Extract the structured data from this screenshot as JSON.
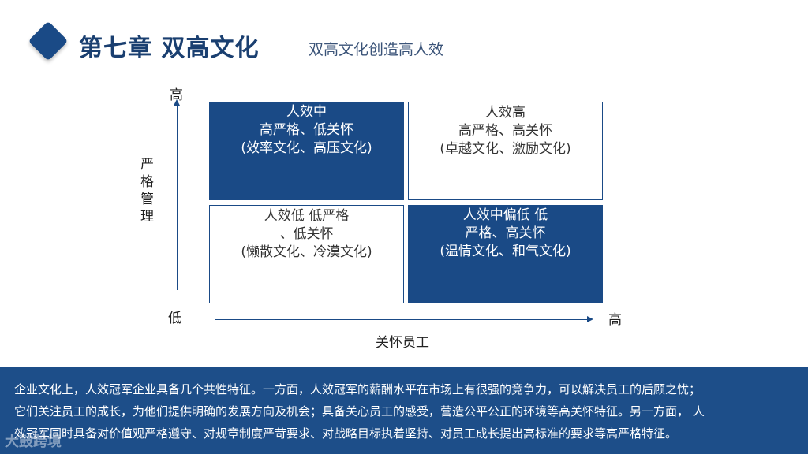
{
  "header": {
    "title": "第七章 双高文化",
    "subtitle": "双高文化创造高人效"
  },
  "matrix": {
    "y_axis": {
      "label": "严格管理",
      "high": "高",
      "low": "低"
    },
    "x_axis": {
      "label": "关怀员工",
      "high": "高"
    },
    "quadrants": [
      {
        "lines": [
          "人效中",
          "高严格、低关怀",
          "(效率文化、高压文化)"
        ]
      },
      {
        "lines": [
          "人效高",
          "高严格、高关怀",
          "(卓越文化、激励文化)"
        ]
      },
      {
        "lines": [
          "人效低 低严格",
          "、低关怀",
          "(懒散文化、冷漠文化)"
        ]
      },
      {
        "lines": [
          "人效中偏低 低",
          "严格、高关怀",
          "(温情文化、和气文化)"
        ]
      }
    ]
  },
  "summary": {
    "lines": [
      "企业文化上，人效冠军企业具备几个共性特征。一方面，人效冠军的薪酬水平在市场上有很强的竞争力，可以解决员工的后顾之忧；",
      "它们关注员工的成长，为他们提供明确的发展方向及机会；具备关心员工的感受，营造公平公正的环境等高关怀特征。另一方面， 人",
      "效冠军同时具备对价值观严格遵守、对规章制度严苛要求、对战略目标执着坚持、对员工成长提出高标准的要求等高严格特征。"
    ]
  },
  "watermark": "大鼓跨境",
  "colors": {
    "primary": "#1a4a86",
    "panel": "#1d4e89"
  }
}
